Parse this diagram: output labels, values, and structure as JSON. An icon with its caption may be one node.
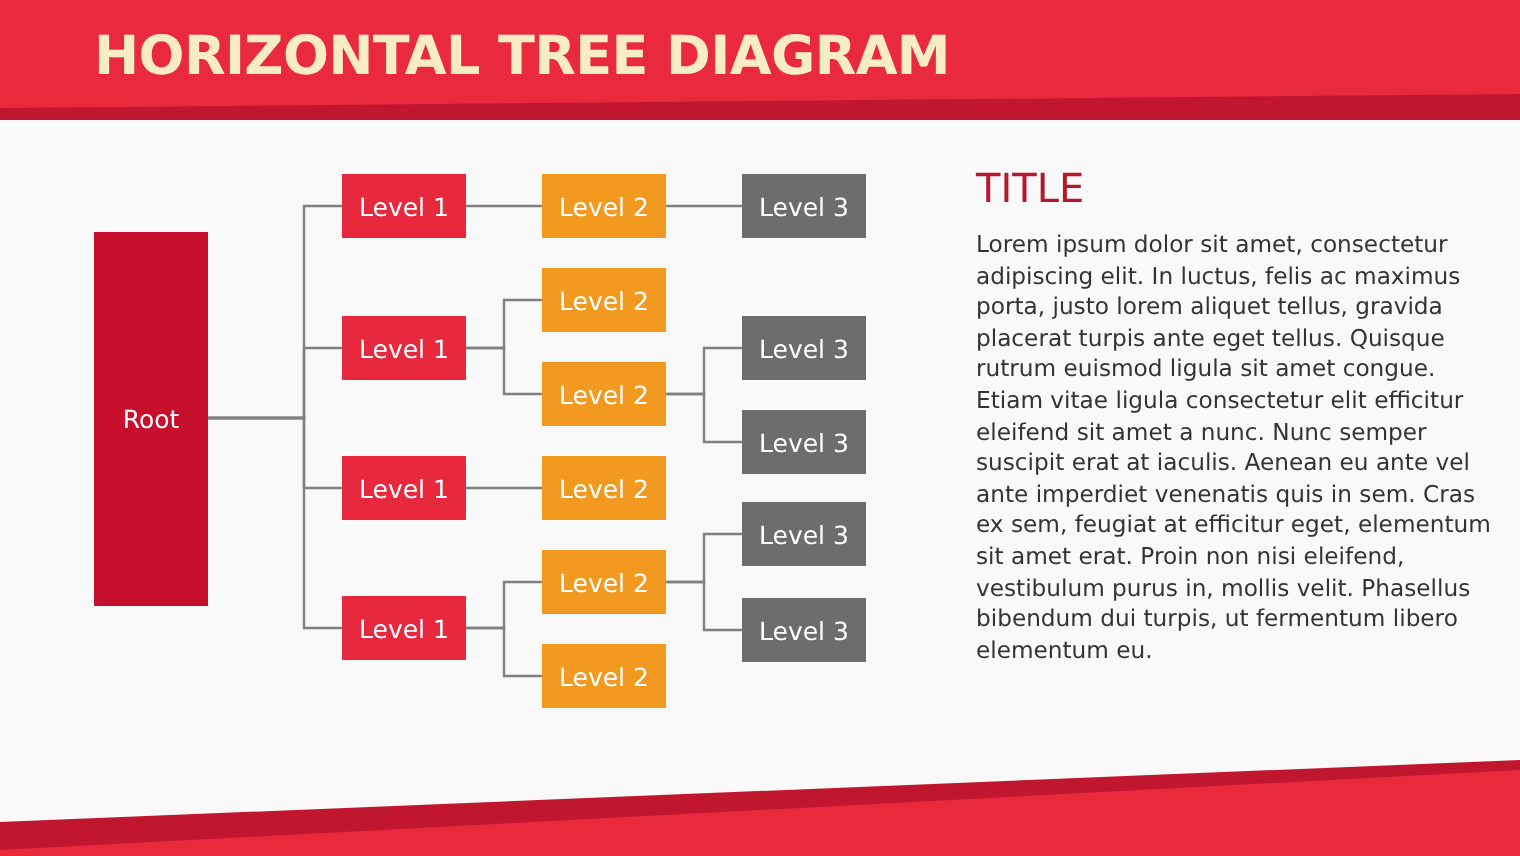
{
  "diagram": {
    "title": "HORIZONTAL TREE DIAGRAM",
    "nodes": [
      {
        "text": [
          "Root"
        ]
      },
      {
        "text": [
          "Level 1"
        ]
      },
      {
        "text": [
          "Level 2"
        ]
      },
      {
        "text": [
          "Level 3"
        ]
      },
      {
        "text": [
          "Level 1"
        ]
      },
      {
        "text": [
          "Level 2"
        ]
      },
      {
        "text": [
          "Level 2"
        ]
      },
      {
        "text": [
          "Level 3"
        ]
      },
      {
        "text": [
          "Level 3"
        ]
      },
      {
        "text": [
          "Level 1"
        ]
      },
      {
        "text": [
          "Level 2"
        ]
      },
      {
        "text": [
          "Level 1"
        ]
      },
      {
        "text": [
          "Level 2"
        ]
      },
      {
        "text": [
          "Level 3"
        ]
      },
      {
        "text": [
          "Level 3"
        ]
      },
      {
        "text": [
          "Level 2"
        ]
      }
    ],
    "edges": [
      {
        "from": 0,
        "to": 1,
        "arrow": "none"
      },
      {
        "from": 0,
        "to": 4,
        "arrow": "none"
      },
      {
        "from": 0,
        "to": 9,
        "arrow": "none"
      },
      {
        "from": 0,
        "to": 11,
        "arrow": "none"
      },
      {
        "from": 1,
        "to": 2,
        "arrow": "none"
      },
      {
        "from": 2,
        "to": 3,
        "arrow": "none"
      },
      {
        "from": 4,
        "to": 5,
        "arrow": "none"
      },
      {
        "from": 4,
        "to": 6,
        "arrow": "none"
      },
      {
        "from": 6,
        "to": 7,
        "arrow": "none"
      },
      {
        "from": 6,
        "to": 8,
        "arrow": "none"
      },
      {
        "from": 9,
        "to": 10,
        "arrow": "none"
      },
      {
        "from": 11,
        "to": 12,
        "arrow": "none"
      },
      {
        "from": 11,
        "to": 15,
        "arrow": "none"
      },
      {
        "from": 12,
        "to": 13,
        "arrow": "none"
      },
      {
        "from": 12,
        "to": 14,
        "arrow": "none"
      }
    ],
    "labels": [
      "TITLE",
      "Lorem ipsum dolor sit amet, consectetur adipiscing elit. In luctus, felis ac maximus porta, justo lorem aliquet tellus, gravida placerat turpis ante eget tellus. Quisque rutrum euismod ligula sit amet congue. Etiam vitae ligula consectetur elit efficitur eleifend sit amet a nunc. Nunc semper suscipit erat at iaculis. Aenean eu ante vel ante imperdiet venenatis quis in sem. Cras ex sem, feugiat at efficitur eget, elementum sit amet erat. Proin non nisi eleifend, vestibulum purus in, mollis velit. Phasellus bibendum dui turpis, ut fermentum libero elementum eu."
    ]
  }
}
